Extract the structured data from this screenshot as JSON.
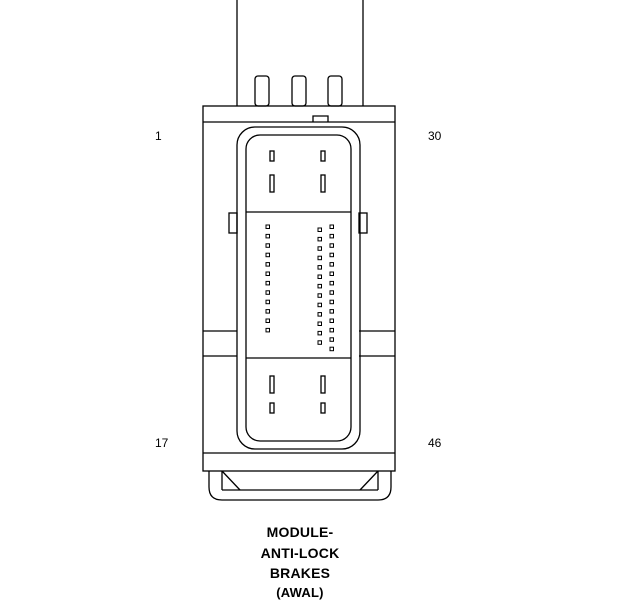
{
  "pin_labels": {
    "top_left": "1",
    "top_right": "30",
    "bottom_left": "17",
    "bottom_right": "46"
  },
  "caption": {
    "line1": "MODULE-",
    "line2": "ANTI-LOCK",
    "line3": "BRAKES",
    "line4": "(AWAL)"
  },
  "colors": {
    "stroke": "#000000",
    "background": "#ffffff"
  }
}
